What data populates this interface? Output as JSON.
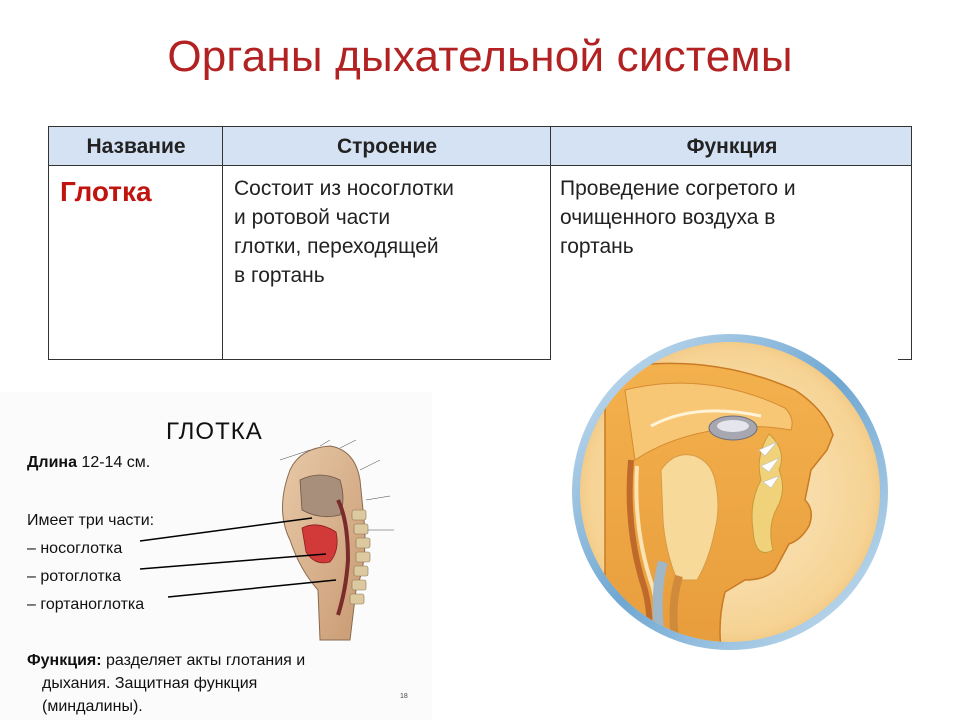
{
  "slide": {
    "title": "Органы дыхательной системы"
  },
  "table": {
    "headers": [
      "Название",
      "Строение",
      "Функция"
    ],
    "row": {
      "name": "Глотка",
      "structure_lines": [
        "Состоит из носоглотки",
        "и ротовой части",
        "глотки, переходящей",
        "в гортань"
      ],
      "function_lines": [
        "Проведение согретого и",
        "очищенного воздуха в",
        "гортань"
      ]
    }
  },
  "left_figure": {
    "title": "ГЛОТКА",
    "length_label": "Длина",
    "length_value": "12-14 см.",
    "parts_intro": "Имеет три части:",
    "parts": [
      "– носоглотка",
      "– ротоглотка",
      "– гортаноглотка"
    ],
    "function_label": "Функция:",
    "function_lines": [
      "разделяет акты глотания и",
      "дыхания. Защитная функция",
      "(миндалины)."
    ],
    "page_number": "18"
  },
  "colors": {
    "title": "#b22222",
    "organ_name": "#c0140f",
    "table_header_bg": "#d5e2f3"
  }
}
